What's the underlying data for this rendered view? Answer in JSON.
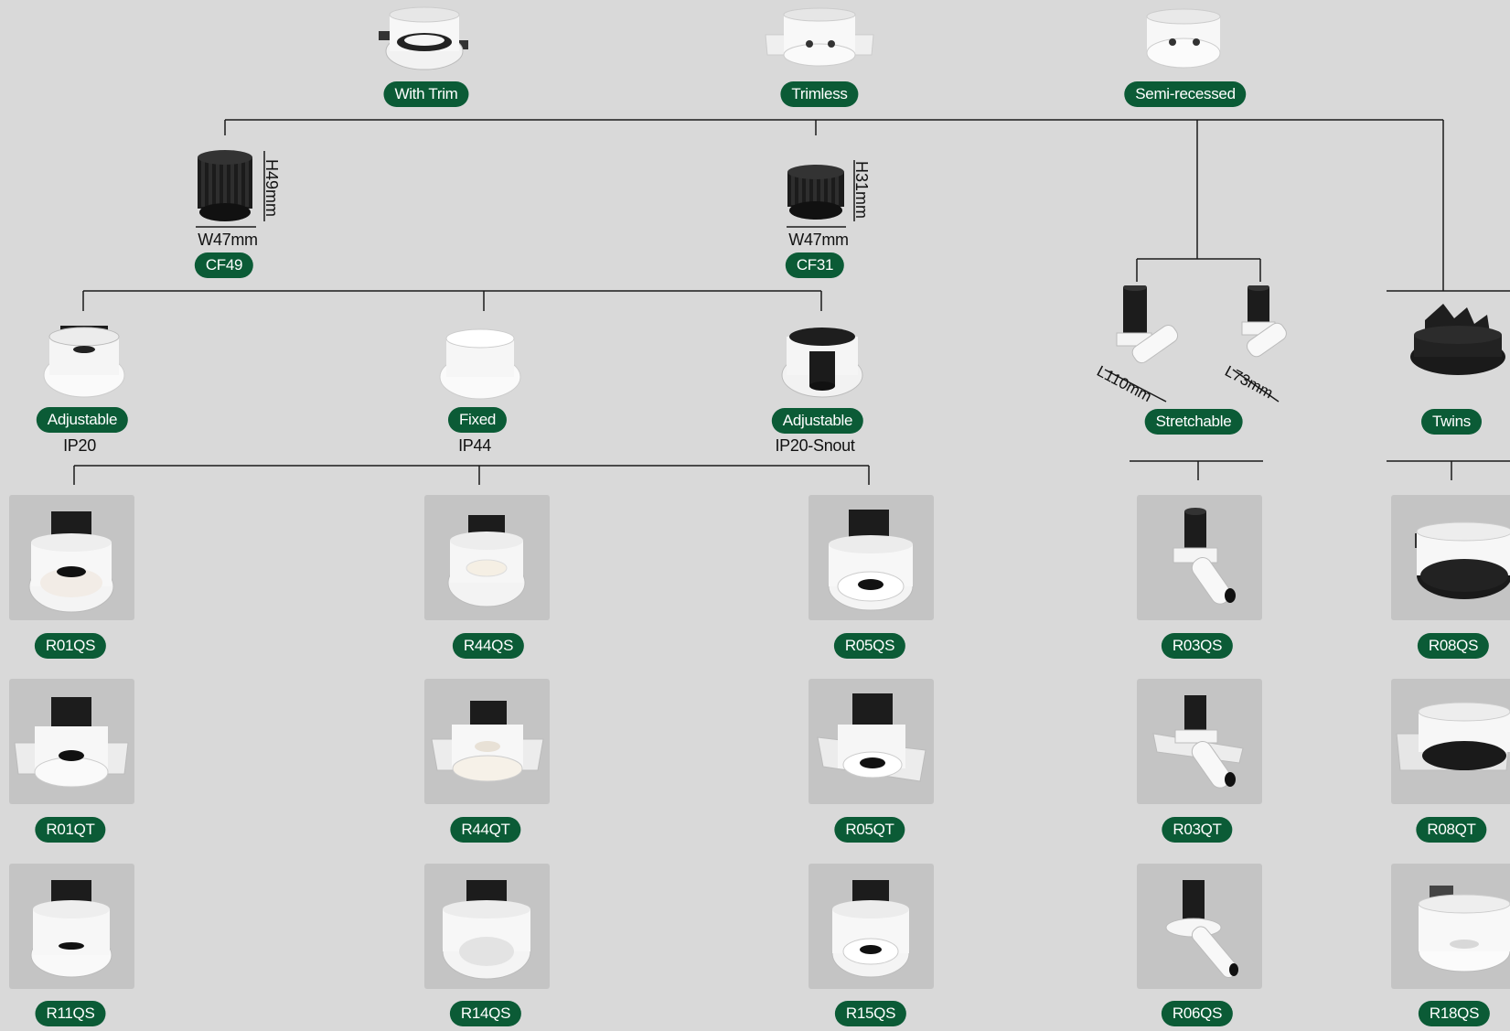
{
  "colors": {
    "pill_bg": "#0b5b36",
    "pill_text": "#ffffff",
    "background": "#d9d9d9",
    "tile_bg": "#c4c4c4",
    "line": "#1a1a1a"
  },
  "mount_types": [
    {
      "label": "With Trim",
      "icon": "with-trim-housing-icon"
    },
    {
      "label": "Trimless",
      "icon": "trimless-housing-icon"
    },
    {
      "label": "Semi-recessed",
      "icon": "semi-recessed-housing-icon"
    }
  ],
  "modules": [
    {
      "code": "CF49",
      "width": "W47mm",
      "height": "H49mm",
      "icon": "heatsink-tall-icon"
    },
    {
      "code": "CF31",
      "width": "W47mm",
      "height": "H31mm",
      "icon": "heatsink-short-icon"
    }
  ],
  "stretchable": {
    "label": "Stretchable",
    "lengths": [
      "L110mm",
      "L73mm"
    ],
    "icon": "telescopic-spot-icon"
  },
  "twins": {
    "label": "Twins",
    "icon": "twin-spot-icon"
  },
  "optic_types": [
    {
      "label": "Adjustable",
      "sub": "IP20",
      "icon": "adjustable-cup-icon"
    },
    {
      "label": "Fixed",
      "sub": "IP44",
      "icon": "fixed-cup-icon"
    },
    {
      "label": "Adjustable",
      "sub": "IP20-Snout",
      "icon": "snout-cup-icon"
    }
  ],
  "products": [
    [
      "R01QS",
      "R01QT",
      "R11QS"
    ],
    [
      "R44QS",
      "R44QT",
      "R14QS"
    ],
    [
      "R05QS",
      "R05QT",
      "R15QS"
    ],
    [
      "R03QS",
      "R03QT",
      "R06QS"
    ],
    [
      "R08QS",
      "R08QT",
      "R18QS"
    ]
  ]
}
